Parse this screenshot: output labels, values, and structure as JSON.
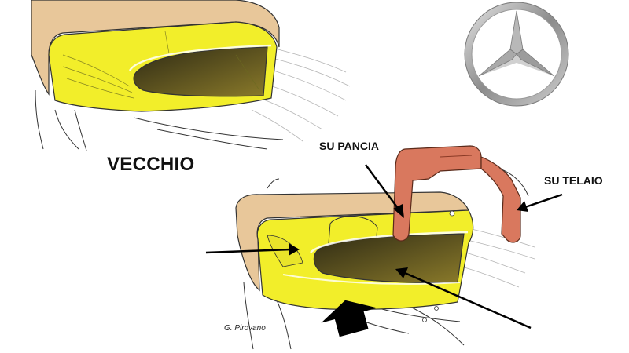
{
  "labels": {
    "old": "VECCHIO",
    "belly_mount": "SU PANCIA",
    "chassis_mount": "SU TELAIO",
    "credit": "G. Pirovano"
  },
  "logo": {
    "name": "mercedes-star-logo",
    "ring_color": "#9a9a9a"
  },
  "colors": {
    "sidepod_yellow": "#f2ee2a",
    "bodywork_tan": "#e8c79a",
    "inlet_dark": "#4a4322",
    "mount_red": "#d9785e",
    "arrow_black": "#000000"
  }
}
